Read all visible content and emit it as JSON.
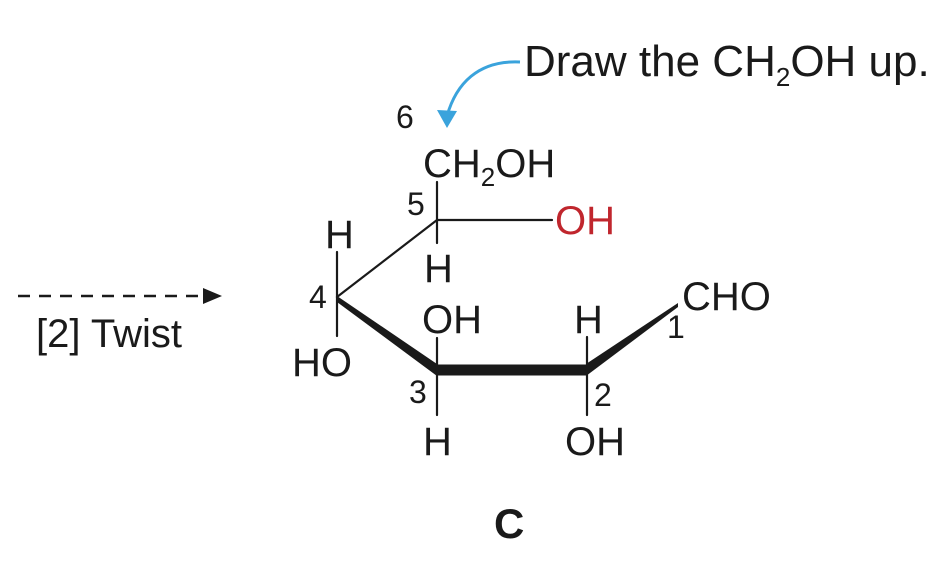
{
  "annotation": {
    "text_pre": "Draw the CH",
    "text_sub": "2",
    "text_post": "OH up.",
    "arrow_color": "#3aa3dc"
  },
  "step": {
    "label": "[2] Twist"
  },
  "molecule": {
    "highlight_color": "#c0262d",
    "c6": {
      "number": "6",
      "group_pre": "CH",
      "group_sub": "2",
      "group_post": "OH"
    },
    "c5": {
      "number": "5",
      "oh": "OH",
      "h": "H"
    },
    "c4": {
      "number": "4",
      "h": "H",
      "oh": "HO"
    },
    "c3": {
      "number": "3",
      "oh": "OH",
      "h": "H"
    },
    "c2": {
      "number": "2",
      "h": "H",
      "oh": "OH"
    },
    "c1": {
      "number": "1",
      "group": "CHO"
    }
  },
  "caption": "C"
}
